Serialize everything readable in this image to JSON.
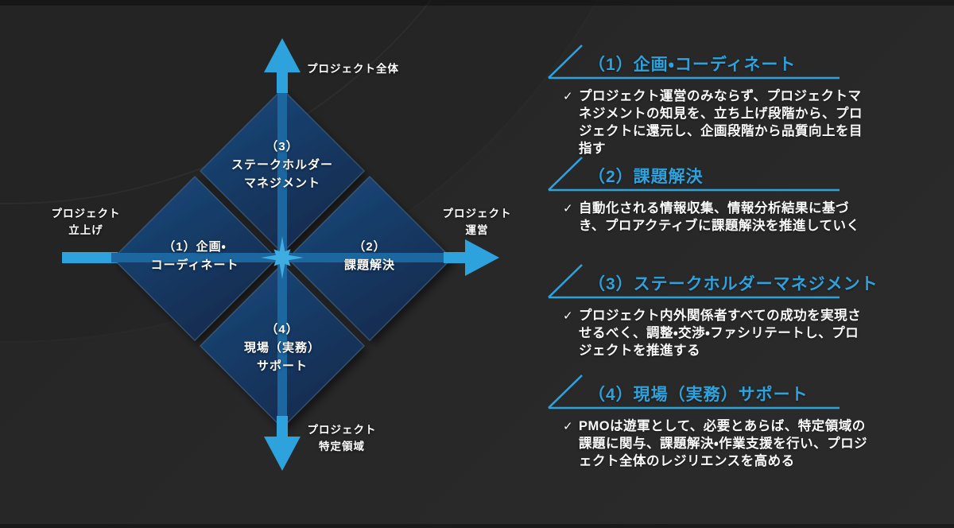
{
  "colors": {
    "accent": "#2DA2DC",
    "axis_line": "#1C67A0",
    "diamond_light": "#1D4B7E",
    "diamond_dark": "#112A4D",
    "background": "#282828",
    "text": "#FFFFFF"
  },
  "diagram": {
    "axis_top": {
      "lines": [
        "プロジェクト全体"
      ]
    },
    "axis_left": {
      "lines": [
        "プロジェクト",
        "立上げ"
      ]
    },
    "axis_right": {
      "lines": [
        "プロジェクト",
        "運営"
      ]
    },
    "axis_bottom": {
      "lines": [
        "プロジェクト",
        "特定領域"
      ]
    },
    "quadrant_top": {
      "lines": [
        "（3）",
        "ステークホルダー",
        "マネジメント"
      ]
    },
    "quadrant_left": {
      "lines": [
        "（1）企画・",
        "コーディネート"
      ]
    },
    "quadrant_right": {
      "lines": [
        "（2）",
        "課題解決"
      ]
    },
    "quadrant_bottom": {
      "lines": [
        "（4）",
        "現場（実務）",
        "サポート"
      ]
    }
  },
  "sections": [
    {
      "title": "（1）企画・コーディネート",
      "check": "✓",
      "body": "プロジェクト運営のみならず、プロジェクトマネジメントの知見を、立ち上げ段階から、プロジェクトに還元し、企画段階から品質向上を目指す"
    },
    {
      "title": "（2）課題解決",
      "check": "✓",
      "body": "自動化される情報収集、情報分析結果に基づき、プロアクティブに課題解決を推進していく"
    },
    {
      "title": "（3）ステークホルダーマネジメント",
      "check": "✓",
      "body": "プロジェクト内外関係者すべての成功を実現させるべく、調整・交渉・ファシリテートし、プロジェクトを推進する"
    },
    {
      "title": "（4）現場（実務）サポート",
      "check": "✓",
      "body": "PMOは遊軍として、必要とあらば、特定領域の課題に関与、課題解決・作業支援を行い、プロジェクト全体のレジリエンスを高める"
    }
  ]
}
